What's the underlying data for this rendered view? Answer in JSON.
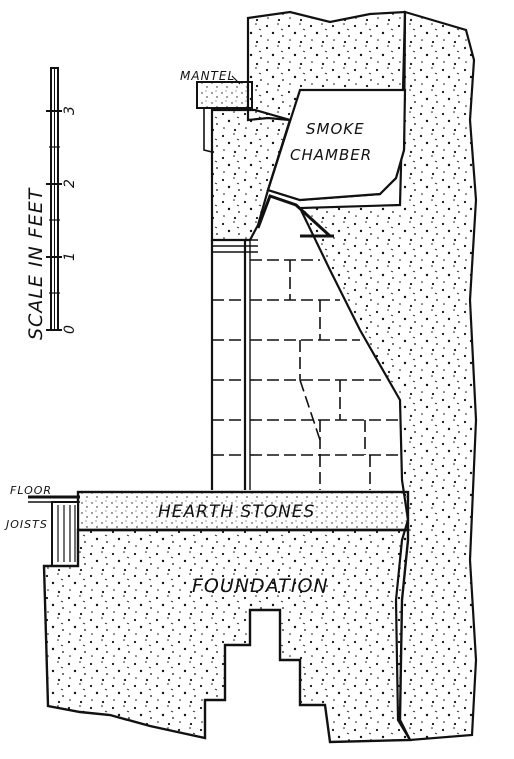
{
  "labels": {
    "scale_title": "SCALE IN FEET",
    "mantel": "MANTEL",
    "smoke_chamber_line1": "SMOKE",
    "smoke_chamber_line2": "CHAMBER",
    "floor": "FLOOR",
    "joists": "JOISTS",
    "hearth_stones": "HEARTH STONES",
    "foundation": "FOUNDATION"
  },
  "scale": {
    "ticks": [
      "0",
      "1",
      "2",
      "3"
    ]
  },
  "colors": {
    "ink": "#111111",
    "paper": "#ffffff"
  }
}
